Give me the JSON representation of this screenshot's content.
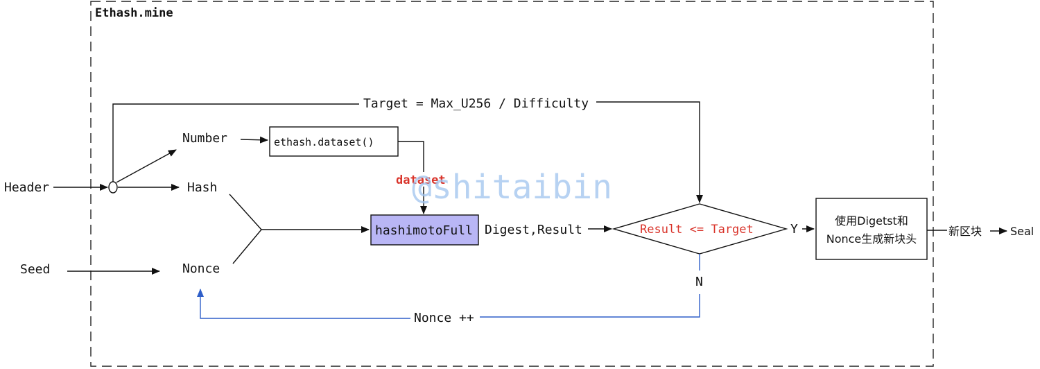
{
  "frame": {
    "title": "Ethash.mine"
  },
  "inputs": {
    "header": "Header",
    "seed": "Seed"
  },
  "nodes": {
    "number": "Number",
    "hash": "Hash",
    "nonce": "Nonce",
    "dataset_fn": "ethash.dataset()",
    "dataset": "dataset",
    "hashimoto": "hashimotoFull",
    "digest_result": "Digest,Result",
    "target": "Target = Max_U256 / Difficulty",
    "decision": "Result <= Target",
    "yes": "Y",
    "no": "N",
    "nonce_inc": "Nonce ++",
    "generate_line1": "使用Digetst和",
    "generate_line2": "Nonce生成新块头",
    "new_block": "新区块",
    "seal": "Seal"
  },
  "watermark": "@shitaibin",
  "colors": {
    "hashimoto_fill": "#b9b6f5",
    "highlight_red": "#d9342b",
    "loop_blue": "#2f5fc9",
    "watermark": "#9fc3ee"
  }
}
